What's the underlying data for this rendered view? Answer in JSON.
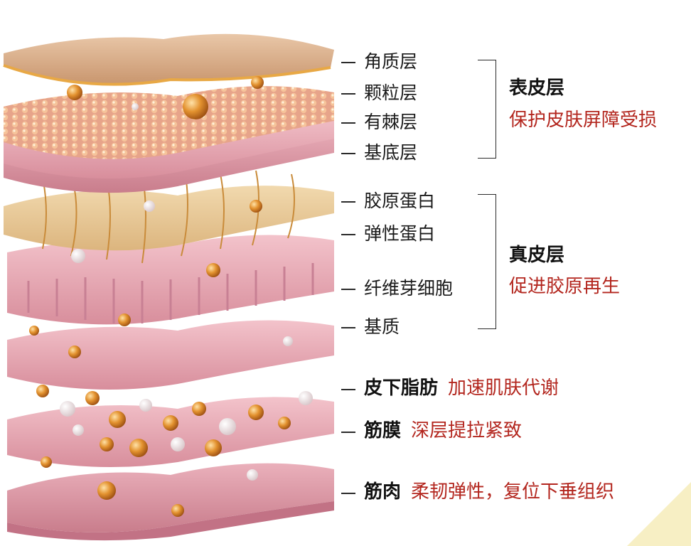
{
  "epidermis": {
    "layers": [
      "角质层",
      "颗粒层",
      "有棘层",
      "基底层"
    ],
    "title": "表皮层",
    "desc": "保护皮肤屏障受损"
  },
  "dermis": {
    "layers": [
      "胶原蛋白",
      "弹性蛋白",
      "纤维芽细胞",
      "基质"
    ],
    "title": "真皮层",
    "desc": "促进胶原再生"
  },
  "subcutaneous": {
    "title": "皮下脂肪",
    "desc": "加速肌肤代谢"
  },
  "fascia": {
    "title": "筋膜",
    "desc": "深层提拉紧致"
  },
  "muscle": {
    "title": "筋肉",
    "desc": "柔韧弹性，复位下垂组织"
  },
  "colors": {
    "skin_tan": "#d9b089",
    "skin_pink": "#e8a9b4",
    "gold": "#d48a2b",
    "accent_red": "#b3261e"
  }
}
